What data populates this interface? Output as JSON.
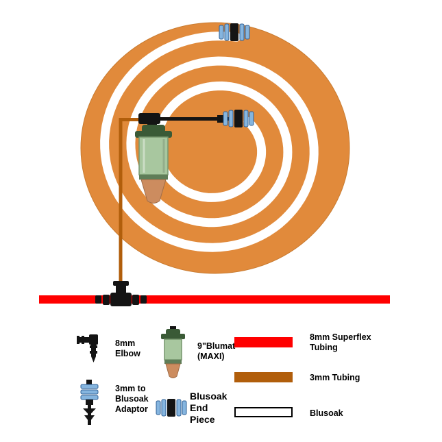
{
  "legend": {
    "items": [
      {
        "id": "elbow-8mm",
        "icon": "elbow-icon",
        "lines": [
          "8mm",
          "Elbow"
        ]
      },
      {
        "id": "blumat-9in-maxi",
        "icon": "blumat-icon",
        "lines": [
          "9\"Blumat",
          "(MAXI)"
        ]
      },
      {
        "id": "superflex-8mm",
        "icon": "red-swatch",
        "lines": [
          "8mm Superflex",
          "Tubing"
        ]
      },
      {
        "id": "tubing-3mm",
        "icon": "brown-swatch",
        "lines": [
          "3mm Tubing"
        ]
      },
      {
        "id": "adaptor-3mm-blusoak",
        "icon": "adaptor-icon",
        "lines": [
          "3mm to",
          "Blusoak",
          "Adaptor"
        ]
      },
      {
        "id": "blusoak-end-piece",
        "icon": "end-piece-icon",
        "lines": [
          "Blusoak",
          "End",
          "Piece"
        ]
      },
      {
        "id": "blusoak",
        "icon": "white-swatch",
        "lines": [
          "Blusoak"
        ]
      }
    ]
  },
  "colors": {
    "pot": "#E18A3B",
    "pot_edge": "#C87B30",
    "superflex_tubing": "#FF0000",
    "tubing_3mm": "#B15E0B",
    "blusoak": "#FFFFFF",
    "blumat_body": "#A8C79F",
    "blumat_cap": "#3A5A36",
    "blumat_cone": "#CC8C5F",
    "fitting_blue": "#85B5DF",
    "fitting_black": "#141414"
  },
  "diagram": {
    "components": [
      "pot-top-view",
      "blusoak-spiral",
      "blusoak-end-piece",
      "3mm-to-blusoak-adaptor",
      "blumat-sensor",
      "3mm-tubing-run",
      "8mm-superflex-line",
      "8mm-tee-fitting"
    ]
  }
}
